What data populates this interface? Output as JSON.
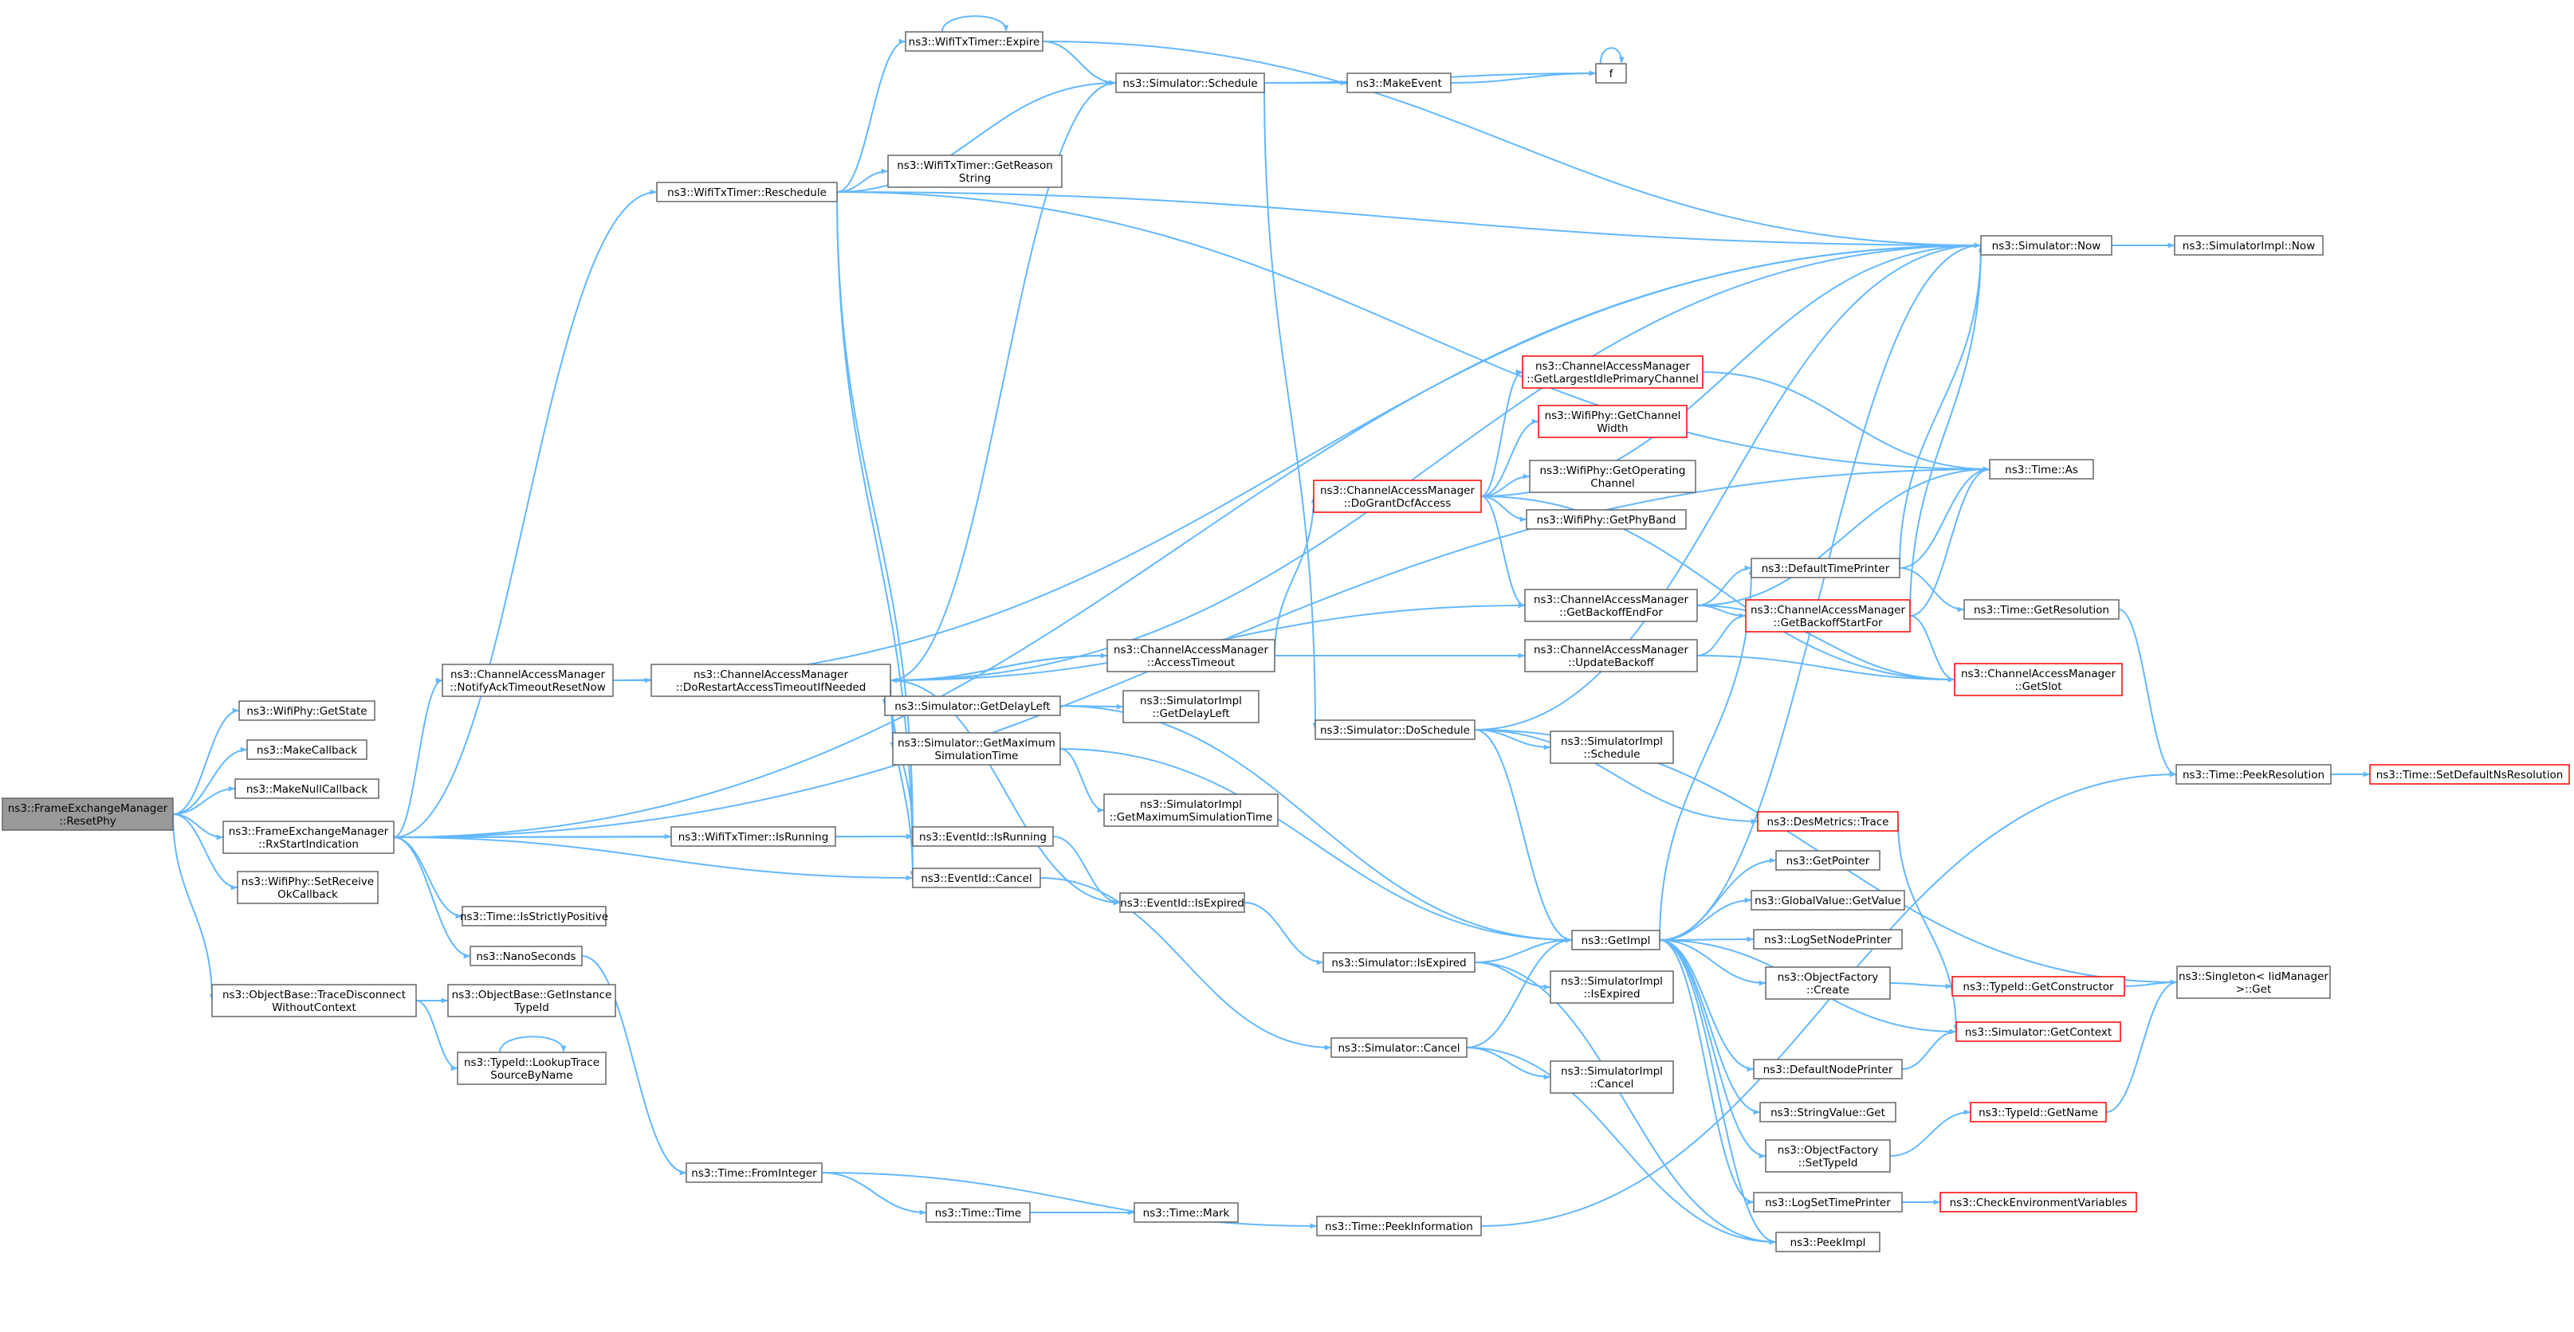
{
  "nodes": [
    {
      "id": "reset",
      "lines": [
        "ns3::FrameExchangeManager",
        "::ResetPhy"
      ],
      "style": "root"
    },
    {
      "id": "getstate",
      "lines": [
        "ns3::WifiPhy::GetState"
      ],
      "style": "normal"
    },
    {
      "id": "makecb",
      "lines": [
        "ns3::MakeCallback"
      ],
      "style": "normal"
    },
    {
      "id": "makenull",
      "lines": [
        "ns3::MakeNullCallback"
      ],
      "style": "normal"
    },
    {
      "id": "rxstart",
      "lines": [
        "ns3::FrameExchangeManager",
        "::RxStartIndication"
      ],
      "style": "normal"
    },
    {
      "id": "setrecv",
      "lines": [
        "ns3::WifiPhy::SetReceive",
        "OkCallback"
      ],
      "style": "normal"
    },
    {
      "id": "tracedis",
      "lines": [
        "ns3::ObjectBase::TraceDisconnect",
        "WithoutContext"
      ],
      "style": "normal"
    },
    {
      "id": "notifyack",
      "lines": [
        "ns3::ChannelAccessManager",
        "::NotifyAckTimeoutResetNow"
      ],
      "style": "normal"
    },
    {
      "id": "timestrict",
      "lines": [
        "ns3::Time::IsStrictlyPositive"
      ],
      "style": "normal"
    },
    {
      "id": "nanosec",
      "lines": [
        "ns3::NanoSeconds"
      ],
      "style": "normal"
    },
    {
      "id": "objinst",
      "lines": [
        "ns3::ObjectBase::GetInstance",
        "TypeId"
      ],
      "style": "normal"
    },
    {
      "id": "lookuptrace",
      "lines": [
        "ns3::TypeId::LookupTrace",
        "SourceByName"
      ],
      "style": "normal"
    },
    {
      "id": "resched",
      "lines": [
        "ns3::WifiTxTimer::Reschedule"
      ],
      "style": "normal"
    },
    {
      "id": "dorestart",
      "lines": [
        "ns3::ChannelAccessManager",
        "::DoRestartAccessTimeoutIfNeeded"
      ],
      "style": "normal"
    },
    {
      "id": "txisrun",
      "lines": [
        "ns3::WifiTxTimer::IsRunning"
      ],
      "style": "normal"
    },
    {
      "id": "fromint",
      "lines": [
        "ns3::Time::FromInteger"
      ],
      "style": "normal"
    },
    {
      "id": "expire",
      "lines": [
        "ns3::WifiTxTimer::Expire"
      ],
      "style": "normal"
    },
    {
      "id": "schedule",
      "lines": [
        "ns3::Simulator::Schedule"
      ],
      "style": "normal"
    },
    {
      "id": "getreason",
      "lines": [
        "ns3::WifiTxTimer::GetReason",
        "String"
      ],
      "style": "normal"
    },
    {
      "id": "getdelay",
      "lines": [
        "ns3::Simulator::GetDelayLeft"
      ],
      "style": "normal"
    },
    {
      "id": "getmaxsim",
      "lines": [
        "ns3::Simulator::GetMaximum",
        "SimulationTime"
      ],
      "style": "normal"
    },
    {
      "id": "evisrun",
      "lines": [
        "ns3::EventId::IsRunning"
      ],
      "style": "normal"
    },
    {
      "id": "evcancel",
      "lines": [
        "ns3::EventId::Cancel"
      ],
      "style": "normal"
    },
    {
      "id": "timetime",
      "lines": [
        "ns3::Time::Time"
      ],
      "style": "normal"
    },
    {
      "id": "makeevent",
      "lines": [
        "ns3::MakeEvent"
      ],
      "style": "normal"
    },
    {
      "id": "acctimeout",
      "lines": [
        "ns3::ChannelAccessManager",
        "::AccessTimeout"
      ],
      "style": "normal"
    },
    {
      "id": "impldelay",
      "lines": [
        "ns3::SimulatorImpl",
        "::GetDelayLeft"
      ],
      "style": "normal"
    },
    {
      "id": "implmaxsim",
      "lines": [
        "ns3::SimulatorImpl",
        "::GetMaximumSimulationTime"
      ],
      "style": "normal"
    },
    {
      "id": "evisexp",
      "lines": [
        "ns3::EventId::IsExpired"
      ],
      "style": "normal"
    },
    {
      "id": "timemark",
      "lines": [
        "ns3::Time::Mark"
      ],
      "style": "normal"
    },
    {
      "id": "f",
      "lines": [
        "f"
      ],
      "style": "normal"
    },
    {
      "id": "dogrant",
      "lines": [
        "ns3::ChannelAccessManager",
        "::DoGrantDcfAccess"
      ],
      "style": "red"
    },
    {
      "id": "doschedule",
      "lines": [
        "ns3::Simulator::DoSchedule"
      ],
      "style": "normal"
    },
    {
      "id": "simisexp",
      "lines": [
        "ns3::Simulator::IsExpired"
      ],
      "style": "normal"
    },
    {
      "id": "simcancel",
      "lines": [
        "ns3::Simulator::Cancel"
      ],
      "style": "normal"
    },
    {
      "id": "peekinfo",
      "lines": [
        "ns3::Time::PeekInformation"
      ],
      "style": "normal"
    },
    {
      "id": "getlargest",
      "lines": [
        "ns3::ChannelAccessManager",
        "::GetLargestIdlePrimaryChannel"
      ],
      "style": "red"
    },
    {
      "id": "getchwidth",
      "lines": [
        "ns3::WifiPhy::GetChannel",
        "Width"
      ],
      "style": "red"
    },
    {
      "id": "getopch",
      "lines": [
        "ns3::WifiPhy::GetOperating",
        "Channel"
      ],
      "style": "normal"
    },
    {
      "id": "getphyband",
      "lines": [
        "ns3::WifiPhy::GetPhyBand"
      ],
      "style": "normal"
    },
    {
      "id": "getbackend",
      "lines": [
        "ns3::ChannelAccessManager",
        "::GetBackoffEndFor"
      ],
      "style": "normal"
    },
    {
      "id": "updbackoff",
      "lines": [
        "ns3::ChannelAccessManager",
        "::UpdateBackoff"
      ],
      "style": "normal"
    },
    {
      "id": "implsched",
      "lines": [
        "ns3::SimulatorImpl",
        "::Schedule"
      ],
      "style": "normal"
    },
    {
      "id": "getimpl",
      "lines": [
        "ns3::GetImpl"
      ],
      "style": "normal"
    },
    {
      "id": "implisexp",
      "lines": [
        "ns3::SimulatorImpl",
        "::IsExpired"
      ],
      "style": "normal"
    },
    {
      "id": "implcancel",
      "lines": [
        "ns3::SimulatorImpl",
        "::Cancel"
      ],
      "style": "normal"
    },
    {
      "id": "simnow",
      "lines": [
        "ns3::Simulator::Now"
      ],
      "style": "normal"
    },
    {
      "id": "timeas",
      "lines": [
        "ns3::Time::As"
      ],
      "style": "normal"
    },
    {
      "id": "deftime",
      "lines": [
        "ns3::DefaultTimePrinter"
      ],
      "style": "normal"
    },
    {
      "id": "getbackstart",
      "lines": [
        "ns3::ChannelAccessManager",
        "::GetBackoffStartFor"
      ],
      "style": "red"
    },
    {
      "id": "desmetrics",
      "lines": [
        "ns3::DesMetrics::Trace"
      ],
      "style": "red"
    },
    {
      "id": "getpointer",
      "lines": [
        "ns3::GetPointer"
      ],
      "style": "normal"
    },
    {
      "id": "globalval",
      "lines": [
        "ns3::GlobalValue::GetValue"
      ],
      "style": "normal"
    },
    {
      "id": "logsetnode",
      "lines": [
        "ns3::LogSetNodePrinter"
      ],
      "style": "normal"
    },
    {
      "id": "objfcreate",
      "lines": [
        "ns3::ObjectFactory",
        "::Create"
      ],
      "style": "normal"
    },
    {
      "id": "defnode",
      "lines": [
        "ns3::DefaultNodePrinter"
      ],
      "style": "normal"
    },
    {
      "id": "strvalget",
      "lines": [
        "ns3::StringValue::Get"
      ],
      "style": "normal"
    },
    {
      "id": "objfsettype",
      "lines": [
        "ns3::ObjectFactory",
        "::SetTypeId"
      ],
      "style": "normal"
    },
    {
      "id": "logsettime",
      "lines": [
        "ns3::LogSetTimePrinter"
      ],
      "style": "normal"
    },
    {
      "id": "peekimpl",
      "lines": [
        "ns3::PeekImpl"
      ],
      "style": "normal"
    },
    {
      "id": "implnow",
      "lines": [
        "ns3::SimulatorImpl::Now"
      ],
      "style": "normal"
    },
    {
      "id": "timegetres",
      "lines": [
        "ns3::Time::GetResolution"
      ],
      "style": "normal"
    },
    {
      "id": "camgetslot",
      "lines": [
        "ns3::ChannelAccessManager",
        "::GetSlot"
      ],
      "style": "red"
    },
    {
      "id": "typegetctor",
      "lines": [
        "ns3::TypeId::GetConstructor"
      ],
      "style": "red"
    },
    {
      "id": "simgetctx",
      "lines": [
        "ns3::Simulator::GetContext"
      ],
      "style": "red"
    },
    {
      "id": "typegetname",
      "lines": [
        "ns3::TypeId::GetName"
      ],
      "style": "red"
    },
    {
      "id": "checkenv",
      "lines": [
        "ns3::CheckEnvironmentVariables"
      ],
      "style": "red"
    },
    {
      "id": "timepeekres",
      "lines": [
        "ns3::Time::PeekResolution"
      ],
      "style": "normal"
    },
    {
      "id": "singleton",
      "lines": [
        "ns3::Singleton< IidManager",
        " >::Get"
      ],
      "style": "normal"
    },
    {
      "id": "setdefns",
      "lines": [
        "ns3::Time::SetDefaultNsResolution"
      ],
      "style": "red"
    }
  ],
  "edges": [
    [
      "reset",
      "getstate"
    ],
    [
      "reset",
      "makecb"
    ],
    [
      "reset",
      "makenull"
    ],
    [
      "reset",
      "rxstart"
    ],
    [
      "reset",
      "setrecv"
    ],
    [
      "reset",
      "tracedis"
    ],
    [
      "rxstart",
      "notifyack"
    ],
    [
      "rxstart",
      "resched"
    ],
    [
      "rxstart",
      "txisrun"
    ],
    [
      "rxstart",
      "evisrun"
    ],
    [
      "rxstart",
      "evcancel"
    ],
    [
      "rxstart",
      "timestrict"
    ],
    [
      "rxstart",
      "nanosec"
    ],
    [
      "rxstart",
      "timeas"
    ],
    [
      "rxstart",
      "simnow"
    ],
    [
      "tracedis",
      "objinst"
    ],
    [
      "tracedis",
      "lookuptrace"
    ],
    [
      "lookuptrace",
      "lookuptrace"
    ],
    [
      "notifyack",
      "dorestart"
    ],
    [
      "notifyack",
      "simnow"
    ],
    [
      "nanosec",
      "fromint"
    ],
    [
      "resched",
      "expire"
    ],
    [
      "resched",
      "schedule"
    ],
    [
      "resched",
      "getreason"
    ],
    [
      "resched",
      "evisrun"
    ],
    [
      "resched",
      "evcancel"
    ],
    [
      "resched",
      "simnow"
    ],
    [
      "resched",
      "timeas"
    ],
    [
      "dorestart",
      "schedule"
    ],
    [
      "dorestart",
      "getdelay"
    ],
    [
      "dorestart",
      "getmaxsim"
    ],
    [
      "dorestart",
      "evisrun"
    ],
    [
      "dorestart",
      "evcancel"
    ],
    [
      "dorestart",
      "acctimeout"
    ],
    [
      "dorestart",
      "evisexp"
    ],
    [
      "dorestart",
      "getbackend"
    ],
    [
      "dorestart",
      "simnow"
    ],
    [
      "txisrun",
      "evisrun"
    ],
    [
      "expire",
      "expire"
    ],
    [
      "expire",
      "schedule"
    ],
    [
      "expire",
      "simnow"
    ],
    [
      "schedule",
      "makeevent"
    ],
    [
      "schedule",
      "f"
    ],
    [
      "schedule",
      "doschedule"
    ],
    [
      "makeevent",
      "f"
    ],
    [
      "f",
      "f"
    ],
    [
      "getdelay",
      "impldelay"
    ],
    [
      "getdelay",
      "getimpl"
    ],
    [
      "getmaxsim",
      "implmaxsim"
    ],
    [
      "getmaxsim",
      "getimpl"
    ],
    [
      "evisrun",
      "evisexp"
    ],
    [
      "evcancel",
      "simcancel"
    ],
    [
      "fromint",
      "timetime"
    ],
    [
      "fromint",
      "peekinfo"
    ],
    [
      "timetime",
      "timemark"
    ],
    [
      "acctimeout",
      "dorestart"
    ],
    [
      "acctimeout",
      "dogrant"
    ],
    [
      "acctimeout",
      "updbackoff"
    ],
    [
      "evisexp",
      "simisexp"
    ],
    [
      "dogrant",
      "getlargest"
    ],
    [
      "dogrant",
      "getchwidth"
    ],
    [
      "dogrant",
      "getopch"
    ],
    [
      "dogrant",
      "getphyband"
    ],
    [
      "dogrant",
      "getbackend"
    ],
    [
      "dogrant",
      "camgetslot"
    ],
    [
      "dogrant",
      "simnow"
    ],
    [
      "getlargest",
      "timeas"
    ],
    [
      "getbackend",
      "getbackstart"
    ],
    [
      "getbackend",
      "camgetslot"
    ],
    [
      "getbackend",
      "timeas"
    ],
    [
      "getbackend",
      "deftime"
    ],
    [
      "updbackoff",
      "getbackstart"
    ],
    [
      "updbackoff",
      "camgetslot"
    ],
    [
      "getbackstart",
      "camgetslot"
    ],
    [
      "getbackstart",
      "simnow"
    ],
    [
      "getbackstart",
      "timeas"
    ],
    [
      "doschedule",
      "implsched"
    ],
    [
      "doschedule",
      "getimpl"
    ],
    [
      "doschedule",
      "desmetrics"
    ],
    [
      "doschedule",
      "singleton"
    ],
    [
      "doschedule",
      "simnow"
    ],
    [
      "simisexp",
      "implisexp"
    ],
    [
      "simisexp",
      "getimpl"
    ],
    [
      "simisexp",
      "peekimpl"
    ],
    [
      "simcancel",
      "implcancel"
    ],
    [
      "simcancel",
      "getimpl"
    ],
    [
      "simcancel",
      "peekimpl"
    ],
    [
      "desmetrics",
      "simgetctx"
    ],
    [
      "getimpl",
      "deftime"
    ],
    [
      "getimpl",
      "getpointer"
    ],
    [
      "getimpl",
      "globalval"
    ],
    [
      "getimpl",
      "logsetnode"
    ],
    [
      "getimpl",
      "objfcreate"
    ],
    [
      "getimpl",
      "simgetctx"
    ],
    [
      "getimpl",
      "defnode"
    ],
    [
      "getimpl",
      "strvalget"
    ],
    [
      "getimpl",
      "objfsettype"
    ],
    [
      "getimpl",
      "logsettime"
    ],
    [
      "getimpl",
      "peekimpl"
    ],
    [
      "getimpl",
      "simnow"
    ],
    [
      "simnow",
      "implnow"
    ],
    [
      "deftime",
      "timegetres"
    ],
    [
      "deftime",
      "simnow"
    ],
    [
      "deftime",
      "timeas"
    ],
    [
      "timegetres",
      "timepeekres"
    ],
    [
      "timepeekres",
      "setdefns"
    ],
    [
      "peekinfo",
      "timepeekres"
    ],
    [
      "objfcreate",
      "typegetctor"
    ],
    [
      "typegetctor",
      "singleton"
    ],
    [
      "defnode",
      "simgetctx"
    ],
    [
      "objfsettype",
      "typegetname"
    ],
    [
      "typegetname",
      "singleton"
    ],
    [
      "logsettime",
      "checkenv"
    ]
  ]
}
